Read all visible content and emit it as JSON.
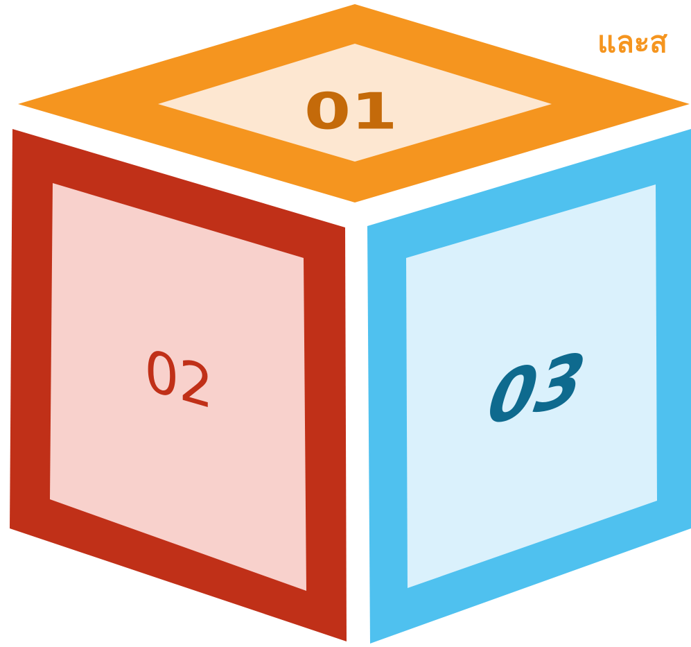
{
  "corner_text": "และส",
  "faces": {
    "top": {
      "label": "01"
    },
    "left": {
      "label": "02"
    },
    "right": {
      "label": "03"
    }
  },
  "colors": {
    "top_frame": "#F5951F",
    "top_fill": "#FDE7D1",
    "top_text": "#C46A0A",
    "left_frame": "#C03018",
    "left_fill": "#F8D1CC",
    "left_text": "#C03018",
    "right_frame": "#4FC1EF",
    "right_fill": "#DAF1FC",
    "right_text": "#0E6A8E",
    "corner_text": "#F5951F"
  }
}
